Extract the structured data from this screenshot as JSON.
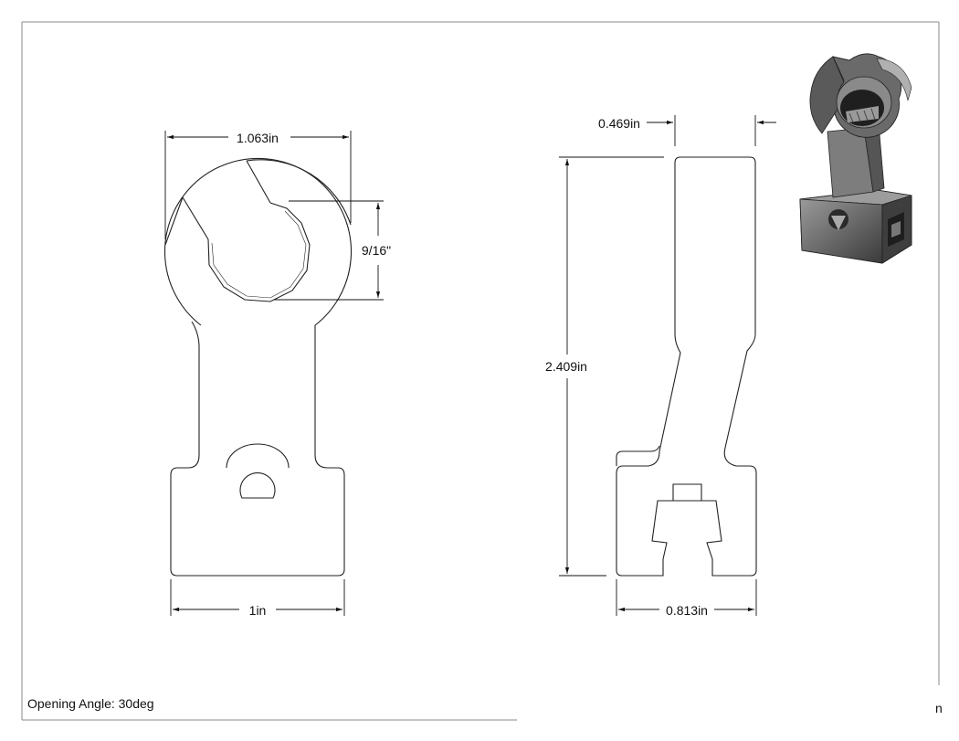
{
  "dimensions": {
    "front_width_top": "1.063in",
    "opening_size": "9/16\"",
    "front_width_bottom": "1in",
    "side_thickness": "0.469in",
    "side_height": "2.409in",
    "side_width_bottom": "0.813in"
  },
  "notes": {
    "opening_angle": "Opening Angle: 30deg",
    "corner_mark": "n"
  },
  "colors": {
    "line": "#222222",
    "border": "#888888",
    "render_dark": "#4a4a4a",
    "render_light": "#8a8a8a"
  }
}
